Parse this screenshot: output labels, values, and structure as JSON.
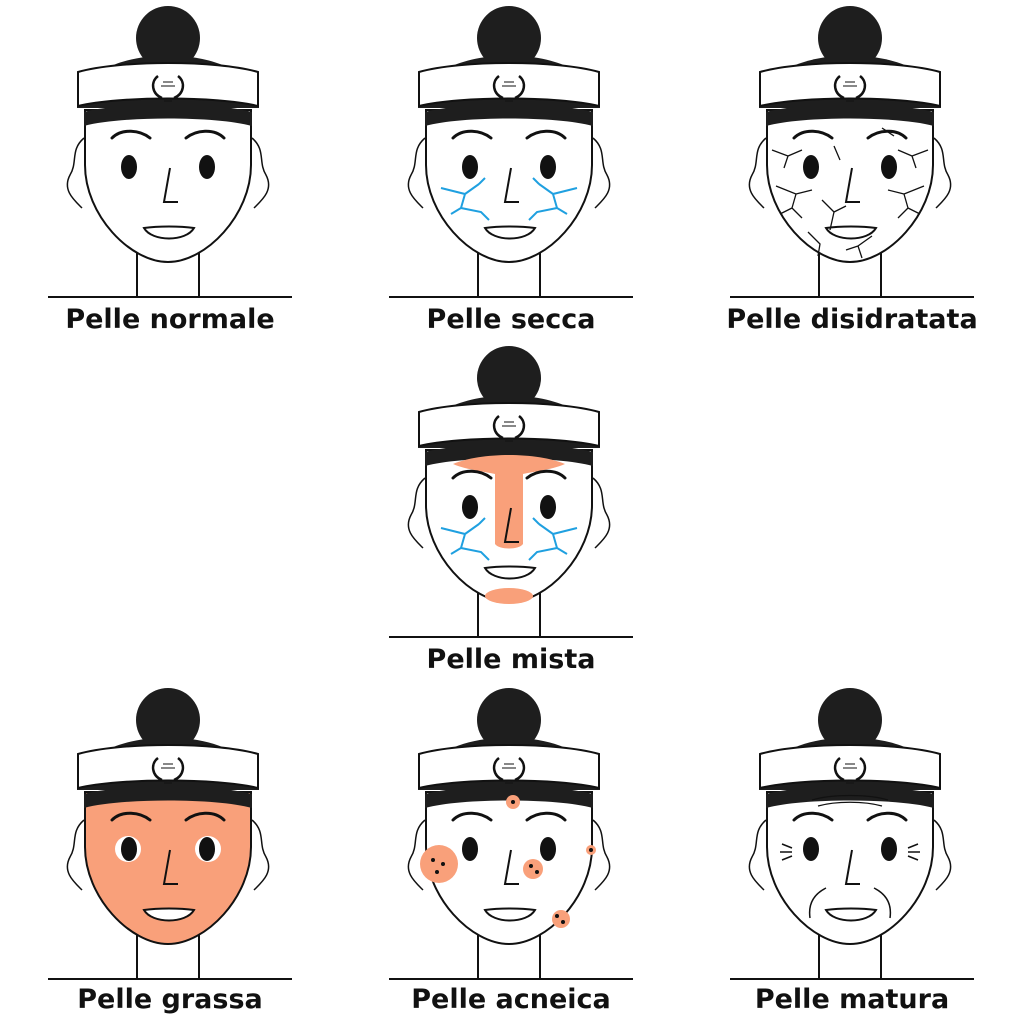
{
  "title": "",
  "colors": {
    "ink": "#111111",
    "band": "#1e1e1e",
    "orange": "#f9a07a",
    "crack_blue": "#1fa0e0",
    "background": "#ffffff"
  },
  "cells": [
    {
      "label": "Pelle normale",
      "variant": "normale"
    },
    {
      "label": "Pelle secca",
      "variant": "secca"
    },
    {
      "label": "Pelle disidratata",
      "variant": "disidratata"
    },
    {
      "label": "Pelle mista",
      "variant": "mista"
    },
    {
      "label": "Pelle grassa",
      "variant": "grassa"
    },
    {
      "label": "Pelle acneica",
      "variant": "acneica"
    },
    {
      "label": "Pelle matura",
      "variant": "matura"
    }
  ]
}
